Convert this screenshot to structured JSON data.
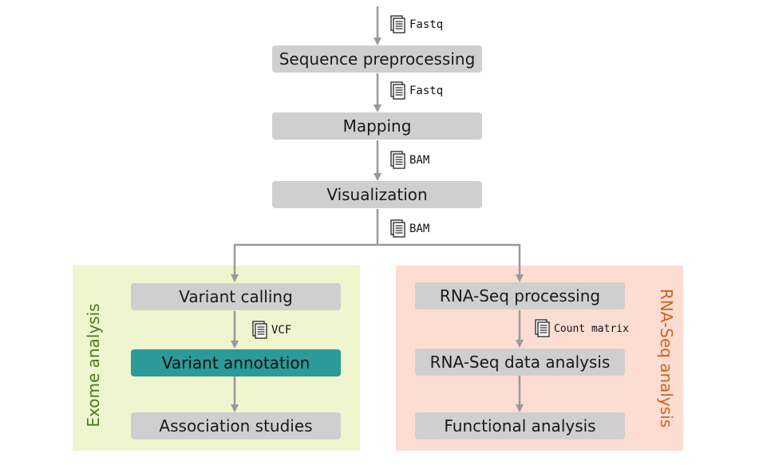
{
  "steps": {
    "sequence_preprocessing": "Sequence preprocessing",
    "mapping": "Mapping",
    "visualization": "Visualization",
    "variant_calling": "Variant calling",
    "variant_annotation": "Variant annotation",
    "association_studies": "Association studies",
    "rnaseq_processing": "RNA-Seq processing",
    "rnaseq_data_analysis": "RNA-Seq data analysis",
    "functional_analysis": "Functional analysis"
  },
  "files": {
    "input": "Fastq",
    "preprocessed": "Fastq",
    "mapped": "BAM",
    "visualized": "BAM",
    "vcf": "VCF",
    "count_matrix": "Count matrix"
  },
  "panels": {
    "exome": "Exome analysis",
    "rnaseq": "RNA-Seq analysis"
  },
  "colors": {
    "step_fill": "#cfcfcf",
    "highlight_fill": "#2b9a98",
    "arrow": "#999999",
    "exome_panel": "#eef5cf",
    "exome_label": "#4d7a1c",
    "rna_panel": "#fdddd2",
    "rna_label": "#c8661e"
  }
}
